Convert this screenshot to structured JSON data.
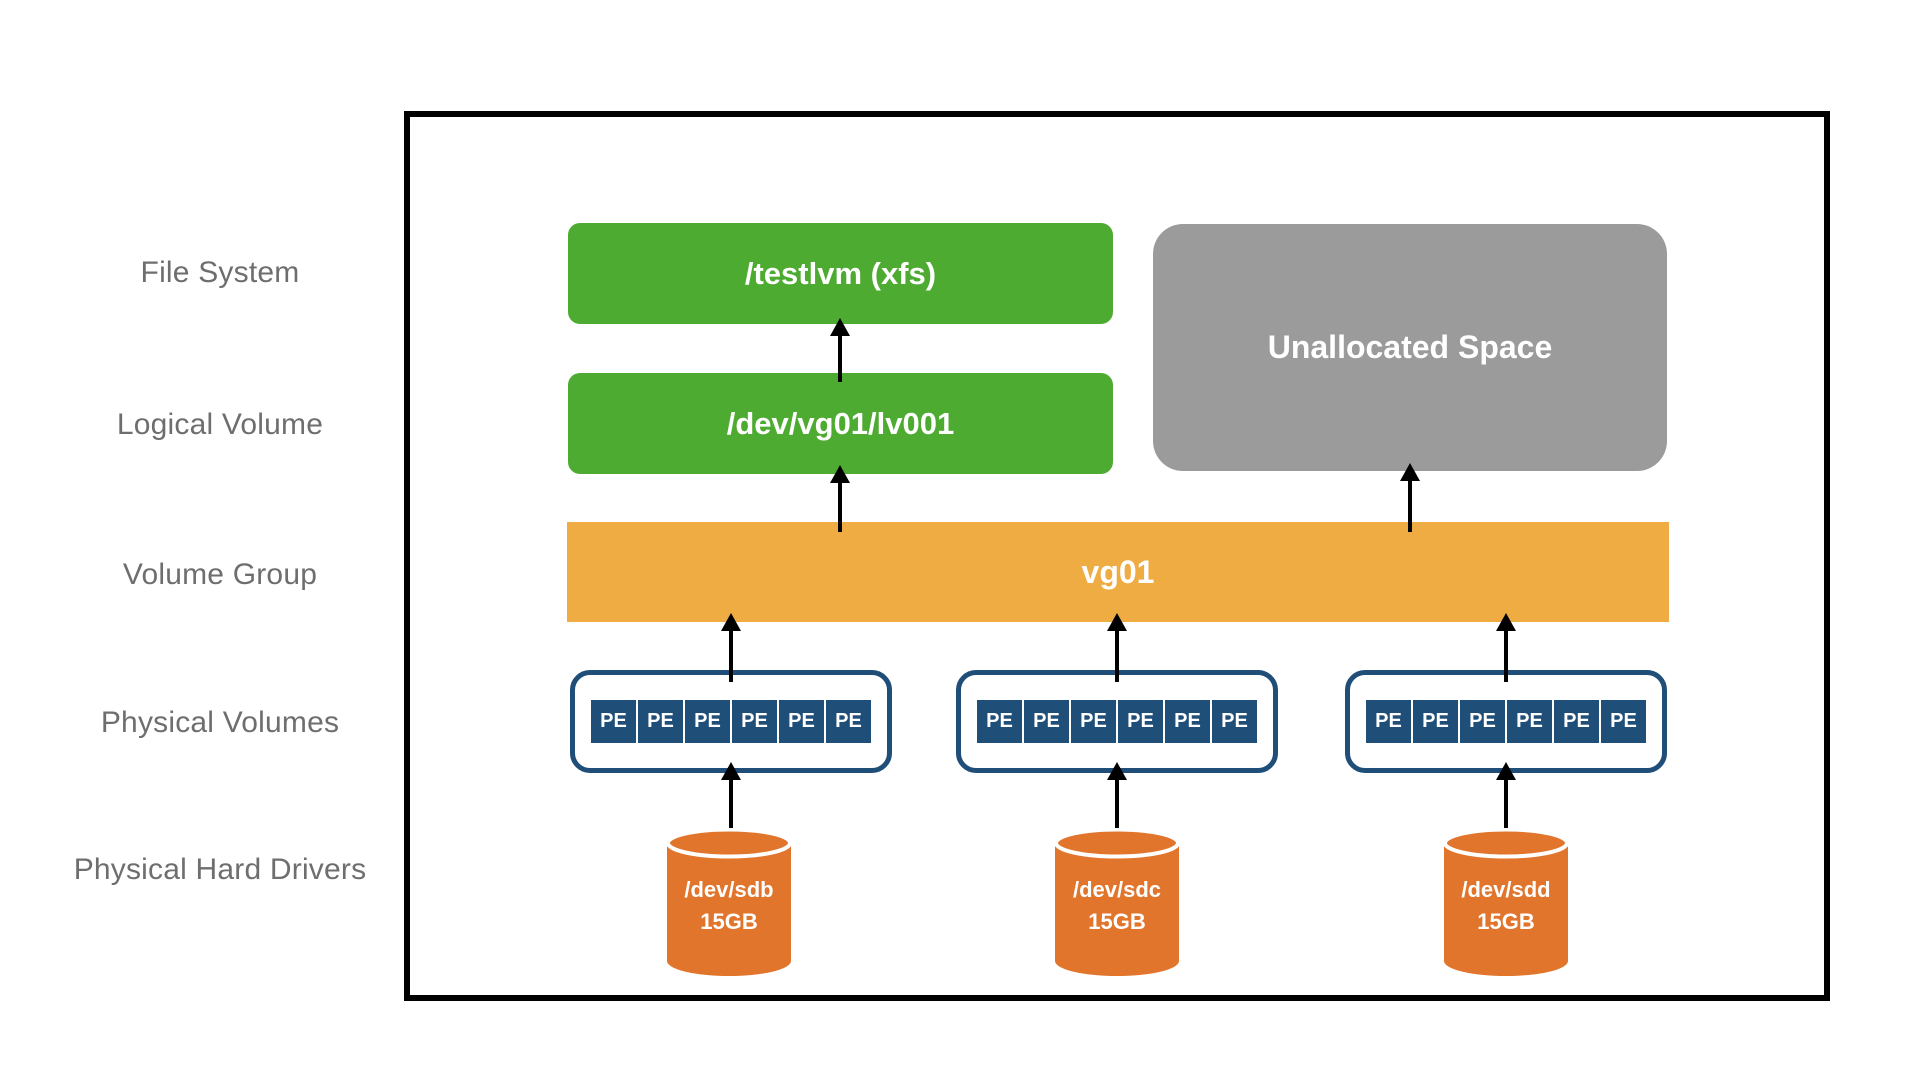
{
  "colors": {
    "green": "#4EAB31",
    "amber": "#EFAC43",
    "grayBox": "#9B9B9B",
    "navy": "#1F4E79",
    "diskOrange": "#E2752C",
    "labelGray": "#6E6E6E",
    "ink": "#000000"
  },
  "diagram": {
    "row_labels": [
      {
        "label": "File System"
      },
      {
        "label": "Logical Volume"
      },
      {
        "label": "Volume Group"
      },
      {
        "label": "Physical Volumes"
      },
      {
        "label": "Physical Hard Drivers"
      }
    ],
    "file_system_box": {
      "label": "/testlvm (xfs)"
    },
    "logical_volume_box": {
      "label": "/dev/vg01/lv001"
    },
    "unallocated_space_box": {
      "label": "Unallocated Space"
    },
    "volume_group_bar": {
      "label": "vg01"
    },
    "pe_cell_label": "PE",
    "disks": [
      {
        "device": "/dev/sdb",
        "size": "15GB"
      },
      {
        "device": "/dev/sdc",
        "size": "15GB"
      },
      {
        "device": "/dev/sdd",
        "size": "15GB"
      }
    ]
  }
}
